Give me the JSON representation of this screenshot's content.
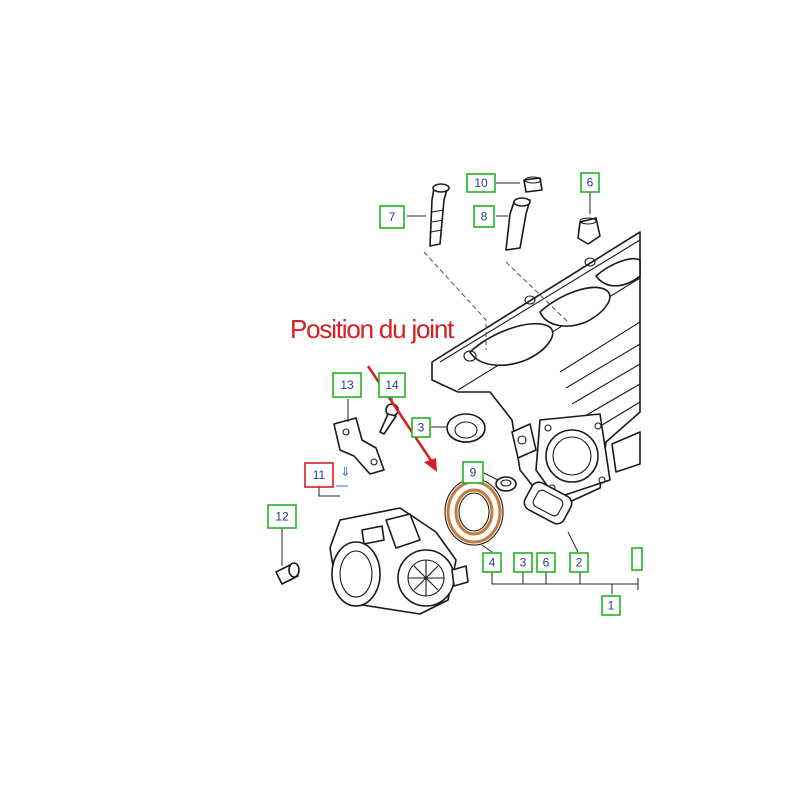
{
  "caption": {
    "text": "Position du joint",
    "color": "#d42020"
  },
  "highlight_color": "#c77a3a",
  "callout_colors": {
    "green": "#22b422",
    "red": "#d42020"
  },
  "callouts": [
    {
      "id": "callout-1",
      "label": "1",
      "color": "green"
    },
    {
      "id": "callout-2",
      "label": "2",
      "color": "green"
    },
    {
      "id": "callout-3a",
      "label": "3",
      "color": "green"
    },
    {
      "id": "callout-3b",
      "label": "3",
      "color": "green"
    },
    {
      "id": "callout-4",
      "label": "4",
      "color": "green"
    },
    {
      "id": "callout-6a",
      "label": "6",
      "color": "green"
    },
    {
      "id": "callout-6b",
      "label": "6",
      "color": "green"
    },
    {
      "id": "callout-7",
      "label": "7",
      "color": "green"
    },
    {
      "id": "callout-8",
      "label": "8",
      "color": "green"
    },
    {
      "id": "callout-9",
      "label": "9",
      "color": "green"
    },
    {
      "id": "callout-10",
      "label": "10",
      "color": "green"
    },
    {
      "id": "callout-11",
      "label": "11",
      "color": "red"
    },
    {
      "id": "callout-12",
      "label": "12",
      "color": "green"
    },
    {
      "id": "callout-13",
      "label": "13",
      "color": "green"
    },
    {
      "id": "callout-14",
      "label": "14",
      "color": "green"
    }
  ],
  "note_arrow": {
    "symbol": "⇓",
    "color": "#3a6fd8"
  }
}
